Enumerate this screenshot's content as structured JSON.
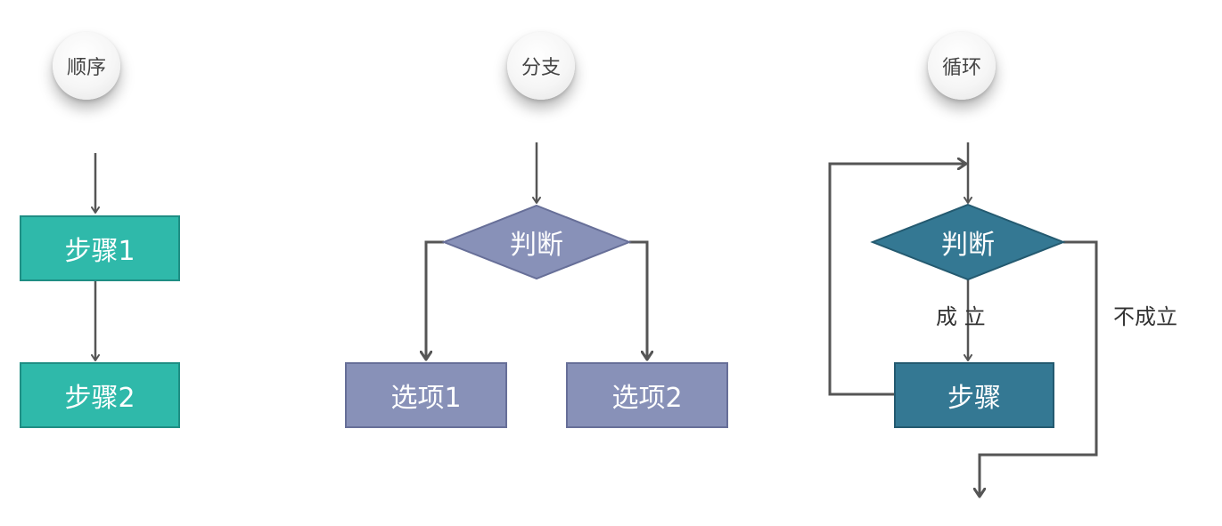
{
  "colors": {
    "sequence": "#2fb9aa",
    "branch": "#8891b8",
    "loop": "#347893",
    "arrow": "#555555"
  },
  "sequence": {
    "title": "顺序",
    "steps": [
      "步骤1",
      "步骤2"
    ]
  },
  "branch": {
    "title": "分支",
    "decision": "判断",
    "options": [
      "选项1",
      "选项2"
    ]
  },
  "loop": {
    "title": "循环",
    "decision": "判断",
    "step": "步骤",
    "true_label": "成 立",
    "false_label": "不成立"
  }
}
